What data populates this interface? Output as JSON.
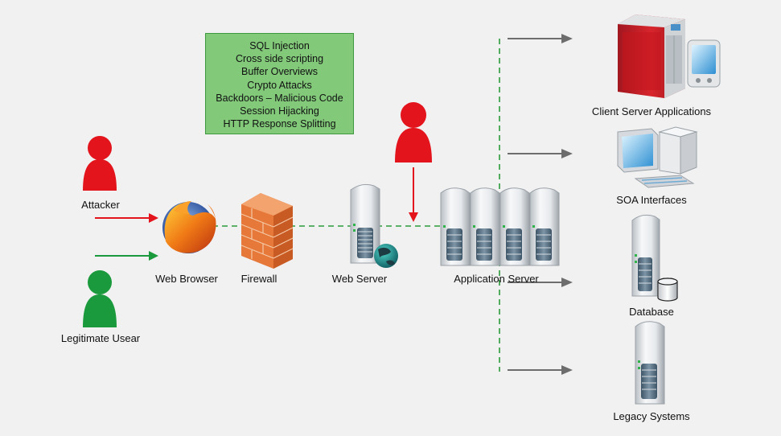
{
  "threats": [
    "SQL Injection",
    "Cross side scripting",
    "Buffer Overviews",
    "Crypto Attacks",
    "Backdoors – Malicious Code",
    "Session Hijacking",
    "HTTP Response Splitting"
  ],
  "labels": {
    "attacker": "Attacker",
    "legitimate_user": "Legitimate Usear",
    "web_browser": "Web Browser",
    "firewall": "Firewall",
    "web_server": "Web Server",
    "application_server": "Application Server",
    "client_server": "Client Server Applications",
    "soa": "SOA Interfaces",
    "database": "Database",
    "legacy": "Legacy Systems"
  },
  "colors": {
    "attacker": "#e3141c",
    "legitimate": "#1a9a3c",
    "dashed_line": "#2a9a3a",
    "arrow_gray": "#6d6d6d",
    "threat_box": "#82c97a",
    "background": "#f1f1f2"
  },
  "icons": {
    "attacker": "person-icon",
    "legitimate_user": "person-icon",
    "web_browser": "firefox-logo-icon",
    "firewall": "brick-wall-icon",
    "web_server": "server-tower-icon",
    "application_server": "server-rack-icon",
    "client_server": "mainframe-icon",
    "soa": "desktop-computer-icon",
    "database": "database-icon",
    "legacy": "server-tower-icon"
  }
}
